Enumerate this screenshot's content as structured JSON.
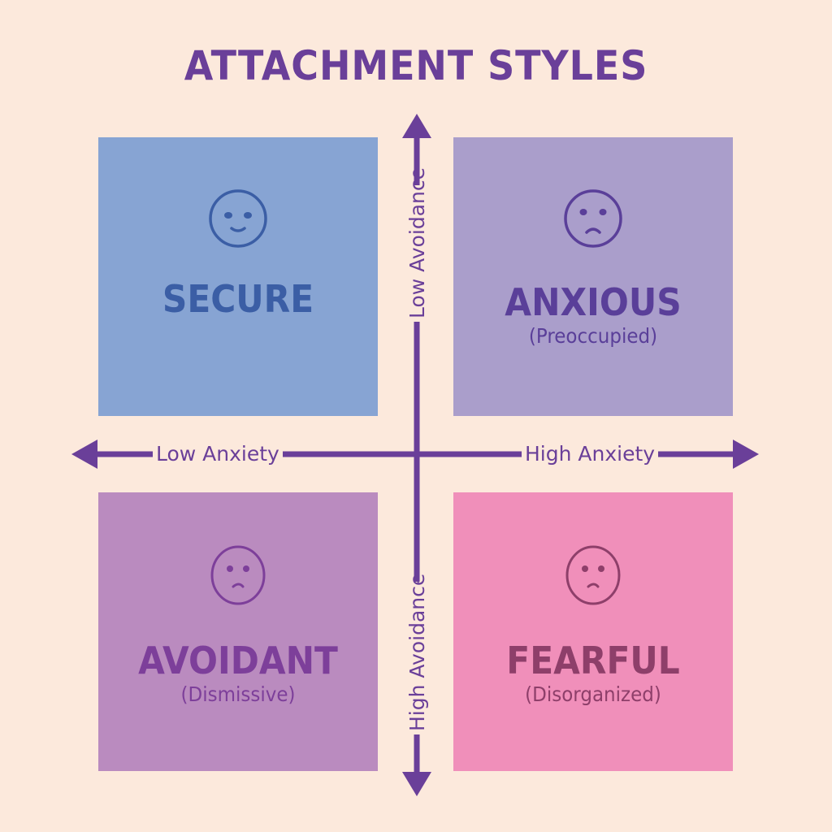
{
  "title": "ATTACHMENT STYLES",
  "colors": {
    "background": "#fce9dc",
    "axis": "#6a3f99",
    "title": "#6a3f99"
  },
  "axes": {
    "horizontal": {
      "left_label": "Low Anxiety",
      "right_label": "High Anxiety"
    },
    "vertical": {
      "top_label": "Low Avoidance",
      "bottom_label": "High Avoidance"
    }
  },
  "quadrants": [
    {
      "name": "SECURE",
      "subtitle": "",
      "face": "smile-face-icon",
      "fill": "#87a4d3",
      "ink": "#3b5ea5"
    },
    {
      "name": "ANXIOUS",
      "subtitle": "(Preoccupied)",
      "face": "frown-face-icon",
      "fill": "#aa9ecb",
      "ink": "#5a3f99"
    },
    {
      "name": "AVOIDANT",
      "subtitle": "(Dismissive)",
      "face": "frown-face-icon",
      "fill": "#ba8bbf",
      "ink": "#7d3f9a"
    },
    {
      "name": "FEARFUL",
      "subtitle": "(Disorganized)",
      "face": "frown-face-icon",
      "fill": "#f08fba",
      "ink": "#8e3f6a"
    }
  ]
}
